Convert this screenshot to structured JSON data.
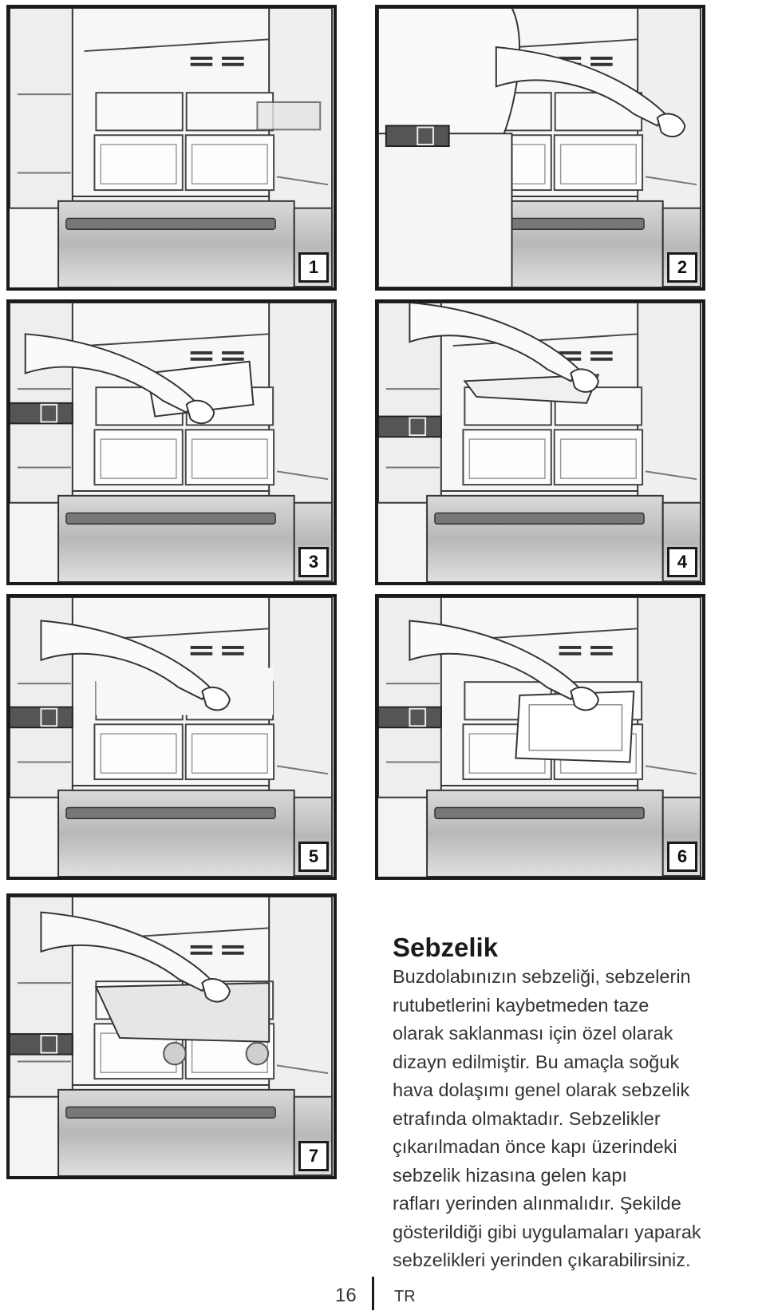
{
  "panels": [
    {
      "number": "1",
      "step": "open-doors"
    },
    {
      "number": "2",
      "step": "remove-door-shelf"
    },
    {
      "number": "3",
      "step": "remove-top-drawer"
    },
    {
      "number": "4",
      "step": "remove-glass-shelf"
    },
    {
      "number": "5",
      "step": "empty-compartment"
    },
    {
      "number": "6",
      "step": "remove-crisper"
    },
    {
      "number": "7",
      "step": "crisper-cover"
    }
  ],
  "section": {
    "title": "Sebzelik",
    "lines": [
      "Buzdolabınızın sebzeliği, sebzelerin",
      "rutubetlerini kaybetmeden taze",
      "olarak saklanması için özel olarak",
      "dizayn edilmiştir. Bu amaçla soğuk",
      "hava dolaşımı genel olarak sebzelik",
      "etrafında olmaktadır. Sebzelikler",
      "çıkarılmadan önce kapı üzerindeki",
      "sebzelik hizasına gelen kapı",
      "rafları yerinden alınmalıdır. Şekilde",
      "gösterildiği gibi uygulamaları yaparak",
      "sebzelikleri yerinden çıkarabilirsiniz."
    ]
  },
  "footer": {
    "page_number": "16",
    "language": "TR"
  },
  "colors": {
    "frame": "#1a1a1a",
    "steel": "#c8c8c8",
    "interior": "#f4f4f4",
    "text": "#333333"
  }
}
